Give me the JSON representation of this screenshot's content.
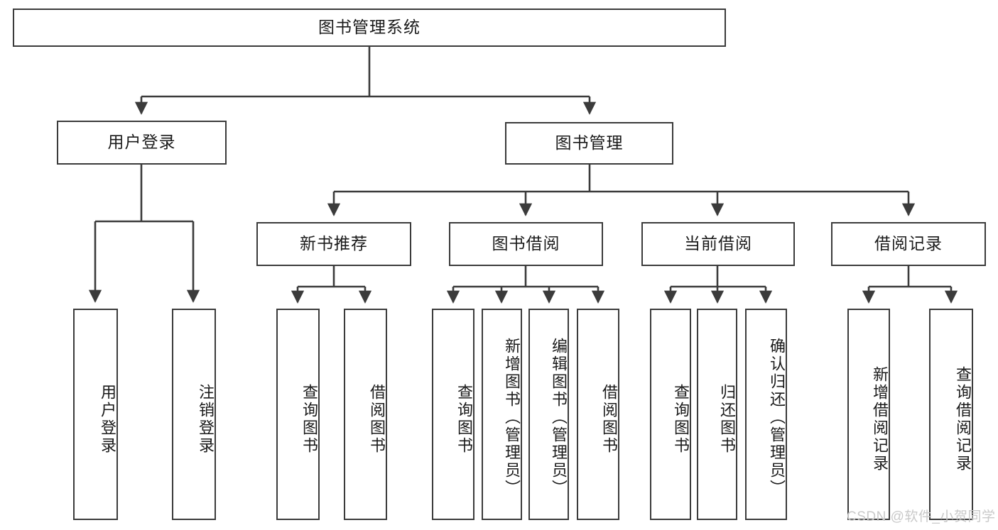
{
  "diagram": {
    "type": "tree-hierarchy-chart",
    "title_node": {
      "label": "图书管理系统"
    },
    "level2": [
      {
        "key": "user-login",
        "label": "用户登录"
      },
      {
        "key": "book-management",
        "label": "图书管理"
      }
    ],
    "level3": [
      {
        "key": "new-book-recommend",
        "label": "新书推荐"
      },
      {
        "key": "book-borrow",
        "label": "图书借阅"
      },
      {
        "key": "current-borrow",
        "label": "当前借阅"
      },
      {
        "key": "borrow-record",
        "label": "借阅记录"
      }
    ],
    "leaves": [
      {
        "key": "leaf-user-login",
        "label": "用户登录",
        "parent": "user-login"
      },
      {
        "key": "leaf-logout-login",
        "label": "注销登录",
        "parent": "user-login"
      },
      {
        "key": "leaf-query-book-1",
        "label": "查询图书",
        "parent": "new-book-recommend"
      },
      {
        "key": "leaf-borrow-book-1",
        "label": "借阅图书",
        "parent": "new-book-recommend"
      },
      {
        "key": "leaf-query-book-2",
        "label": "查询图书",
        "parent": "book-borrow"
      },
      {
        "key": "leaf-add-book",
        "label": "新增图书（管理员）",
        "parent": "book-borrow"
      },
      {
        "key": "leaf-edit-book",
        "label": "编辑图书（管理员）",
        "parent": "book-borrow"
      },
      {
        "key": "leaf-borrow-book-2",
        "label": "借阅图书",
        "parent": "book-borrow"
      },
      {
        "key": "leaf-query-book-3",
        "label": "查询图书",
        "parent": "current-borrow"
      },
      {
        "key": "leaf-return-book",
        "label": "归还图书",
        "parent": "current-borrow"
      },
      {
        "key": "leaf-confirm-return",
        "label": "确认归还（管理员）",
        "parent": "current-borrow"
      },
      {
        "key": "leaf-add-record",
        "label": "新增借阅记录",
        "parent": "borrow-record"
      },
      {
        "key": "leaf-query-record",
        "label": "查询借阅记录",
        "parent": "borrow-record"
      }
    ],
    "watermark": "CSDN @软件_小贺同学",
    "colors": {
      "stroke": "#3b3b3b",
      "background": "#ffffff",
      "text": "#1a1a1a",
      "watermark": "#c9c9c9"
    }
  }
}
